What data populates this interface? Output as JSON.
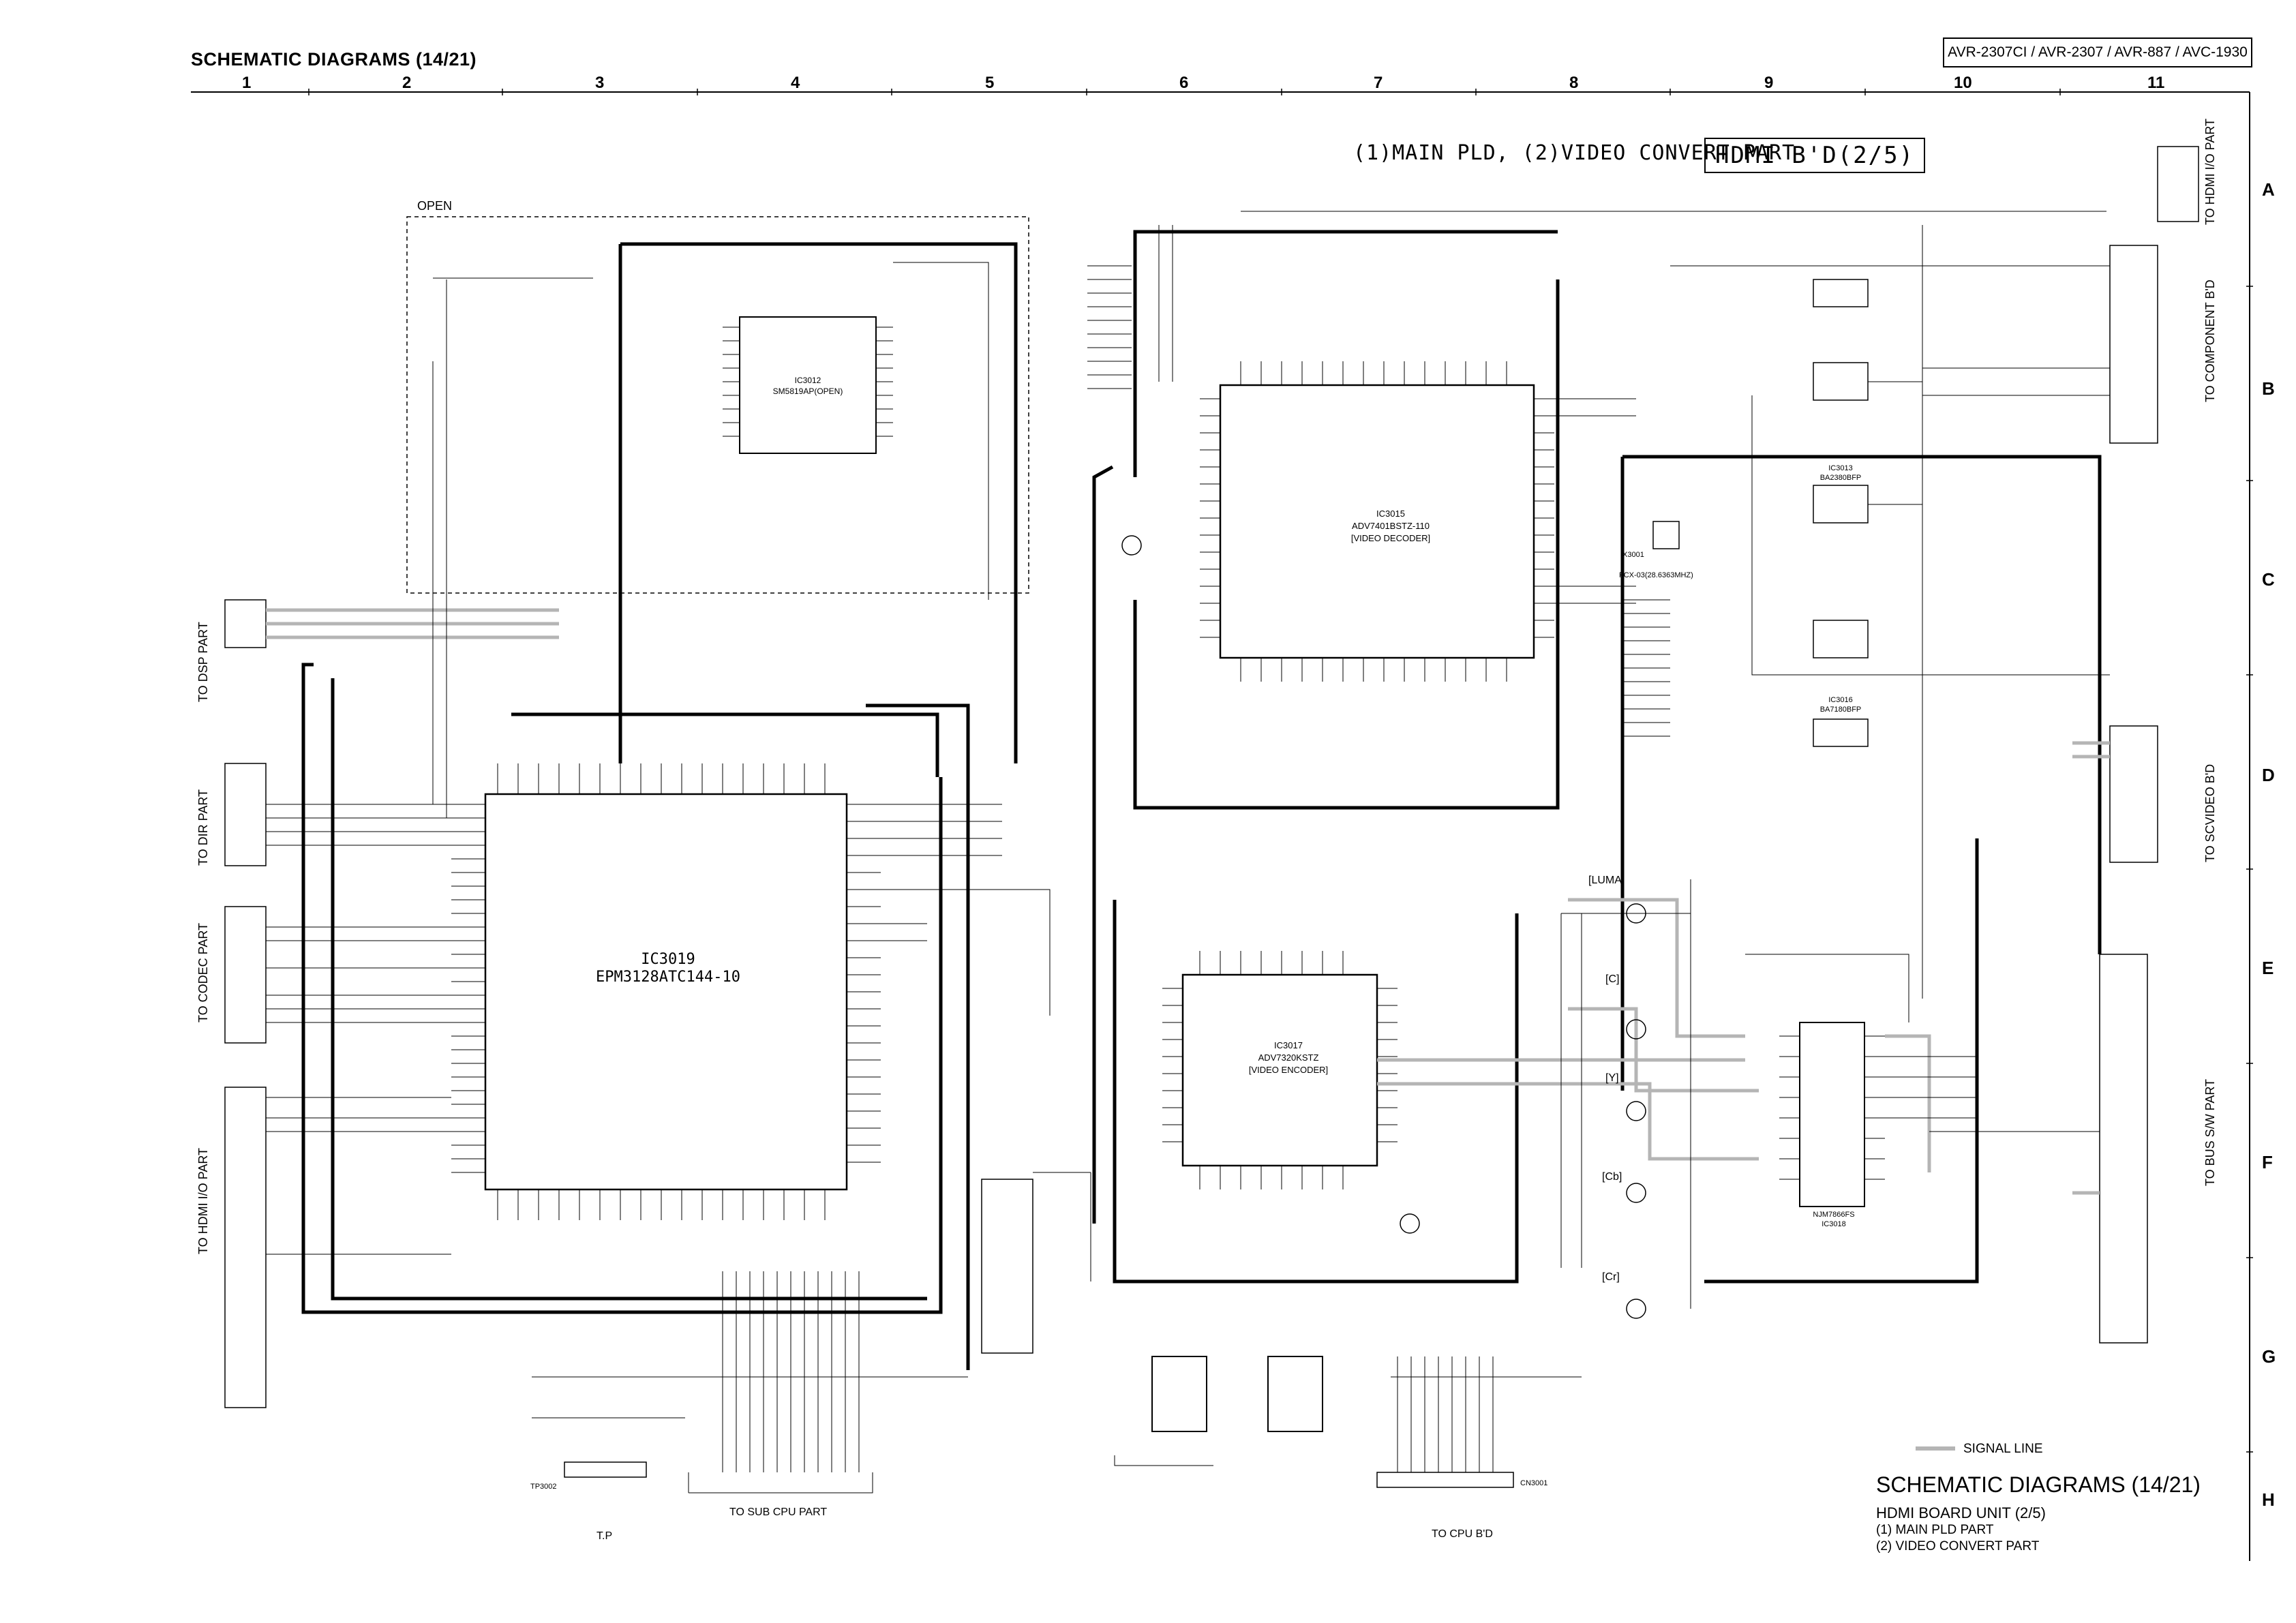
{
  "header": {
    "title": "SCHEMATIC DIAGRAMS (14/21)",
    "models": "AVR-2307CI / AVR-2307 / AVR-887 / AVC-1930"
  },
  "grid": {
    "columns": [
      "1",
      "2",
      "3",
      "4",
      "5",
      "6",
      "7",
      "8",
      "9",
      "10",
      "11"
    ],
    "rows": [
      "A",
      "B",
      "C",
      "D",
      "E",
      "F",
      "G",
      "H"
    ]
  },
  "section": {
    "caption": "(1)MAIN PLD, (2)VIDEO CONVERT PART",
    "board_box": "HDMI B'D(2/5)",
    "open_label": "OPEN"
  },
  "chips": {
    "ic3019_name": "IC3019",
    "ic3019_part": "EPM3128ATC144-10",
    "ic3012_name": "IC3012",
    "ic3012_part": "SM5819AP(OPEN)",
    "ic3015_name": "IC3015",
    "ic3015_part": "ADV7401BSTZ-110",
    "ic3015_func": "[VIDEO DECODER]",
    "ic3017_name": "IC3017",
    "ic3017_part": "ADV7320KSTZ",
    "ic3017_func": "[VIDEO ENCODER]",
    "ic3018_name": "IC3018",
    "ic3018_part": "NJM7866FS",
    "ic3013_name": "IC3013",
    "ic3013_part": "BA2380BFP",
    "ic3016_name": "IC3016",
    "ic3016_part": "BA7180BFP",
    "crystal": "X3001",
    "crystal_part": "FCX-03(28.6363MHZ)"
  },
  "connectors": {
    "left": [
      "TO DSP PART",
      "TO DIR PART",
      "TO CODEC PART",
      "TO HDMI I/O PART"
    ],
    "right": [
      "TO HDMI I/O PART",
      "TO COMPONENT B'D",
      "TO SCVIDEO B'D",
      "TO BUS S/W PART"
    ],
    "bottom": [
      "TO SUB CPU PART",
      "TO CPU B'D",
      "T.P"
    ],
    "tp_name": "TP3002",
    "cn_name": "CN3001"
  },
  "video_blocks": [
    "[LUMA]",
    "[C]",
    "[Y]",
    "[Cb]",
    "[Cr]"
  ],
  "legend": {
    "label": "SIGNAL LINE",
    "color": "#b5b5b5"
  },
  "footer": {
    "title": "SCHEMATIC DIAGRAMS (14/21)",
    "subtitle": "HDMI BOARD UNIT (2/5)",
    "line1": "(1) MAIN PLD PART",
    "line2": "(2) VIDEO CONVERT PART"
  }
}
